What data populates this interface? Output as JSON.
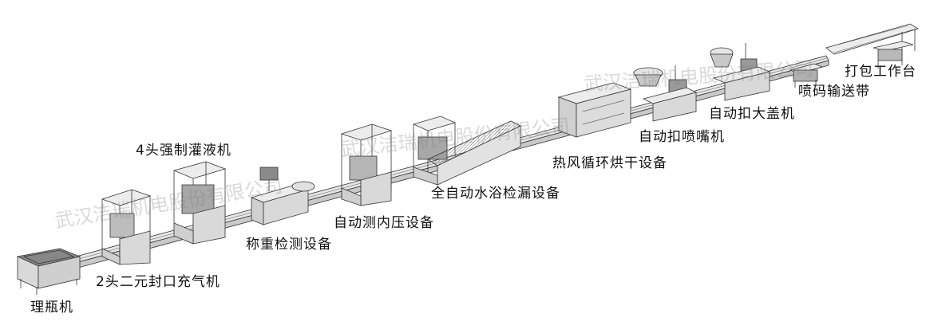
{
  "stations": {
    "bottle_unscrambler": "理瓶机",
    "sealing_machine": "2头二元封口充气机",
    "filling_machine": "4头强制灌液机",
    "weighing_checker": "称重检测设备",
    "pressure_tester": "自动测内压设备",
    "water_bath_leak_tester": "全自动水浴检漏设备",
    "hot_air_dryer": "热风循环烘干设备",
    "nozzle_capper": "自动扣喷嘴机",
    "big_cap_capper": "自动扣大盖机",
    "inkjet_conveyor": "喷码输送带",
    "packing_table": "打包工作台"
  },
  "watermark": "武汉洁瑞机电股份有限公司",
  "colors": {
    "line": "#333333",
    "fill": "#d9d9d9",
    "dark": "#8a8a8a",
    "watermark": "#bdbdbd"
  }
}
